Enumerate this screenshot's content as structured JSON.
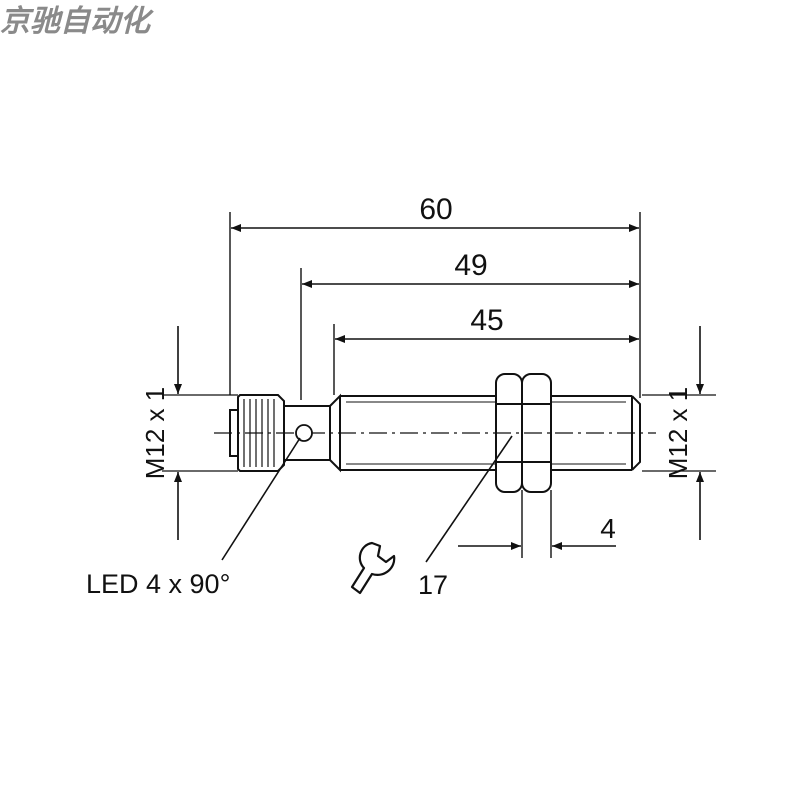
{
  "watermark": "京驰自动化",
  "dimensions": {
    "overall_length": "60",
    "length_to_led": "49",
    "thread_length": "45",
    "nut_width": "4",
    "wrench_size": "17"
  },
  "labels": {
    "thread_left": "M12 x 1",
    "thread_right": "M12 x 1",
    "led": "LED 4 x 90°"
  },
  "icons": {
    "wrench": "wrench-icon"
  },
  "colors": {
    "line": "#111111",
    "watermark": "#8a8a8a",
    "background": "#ffffff"
  }
}
